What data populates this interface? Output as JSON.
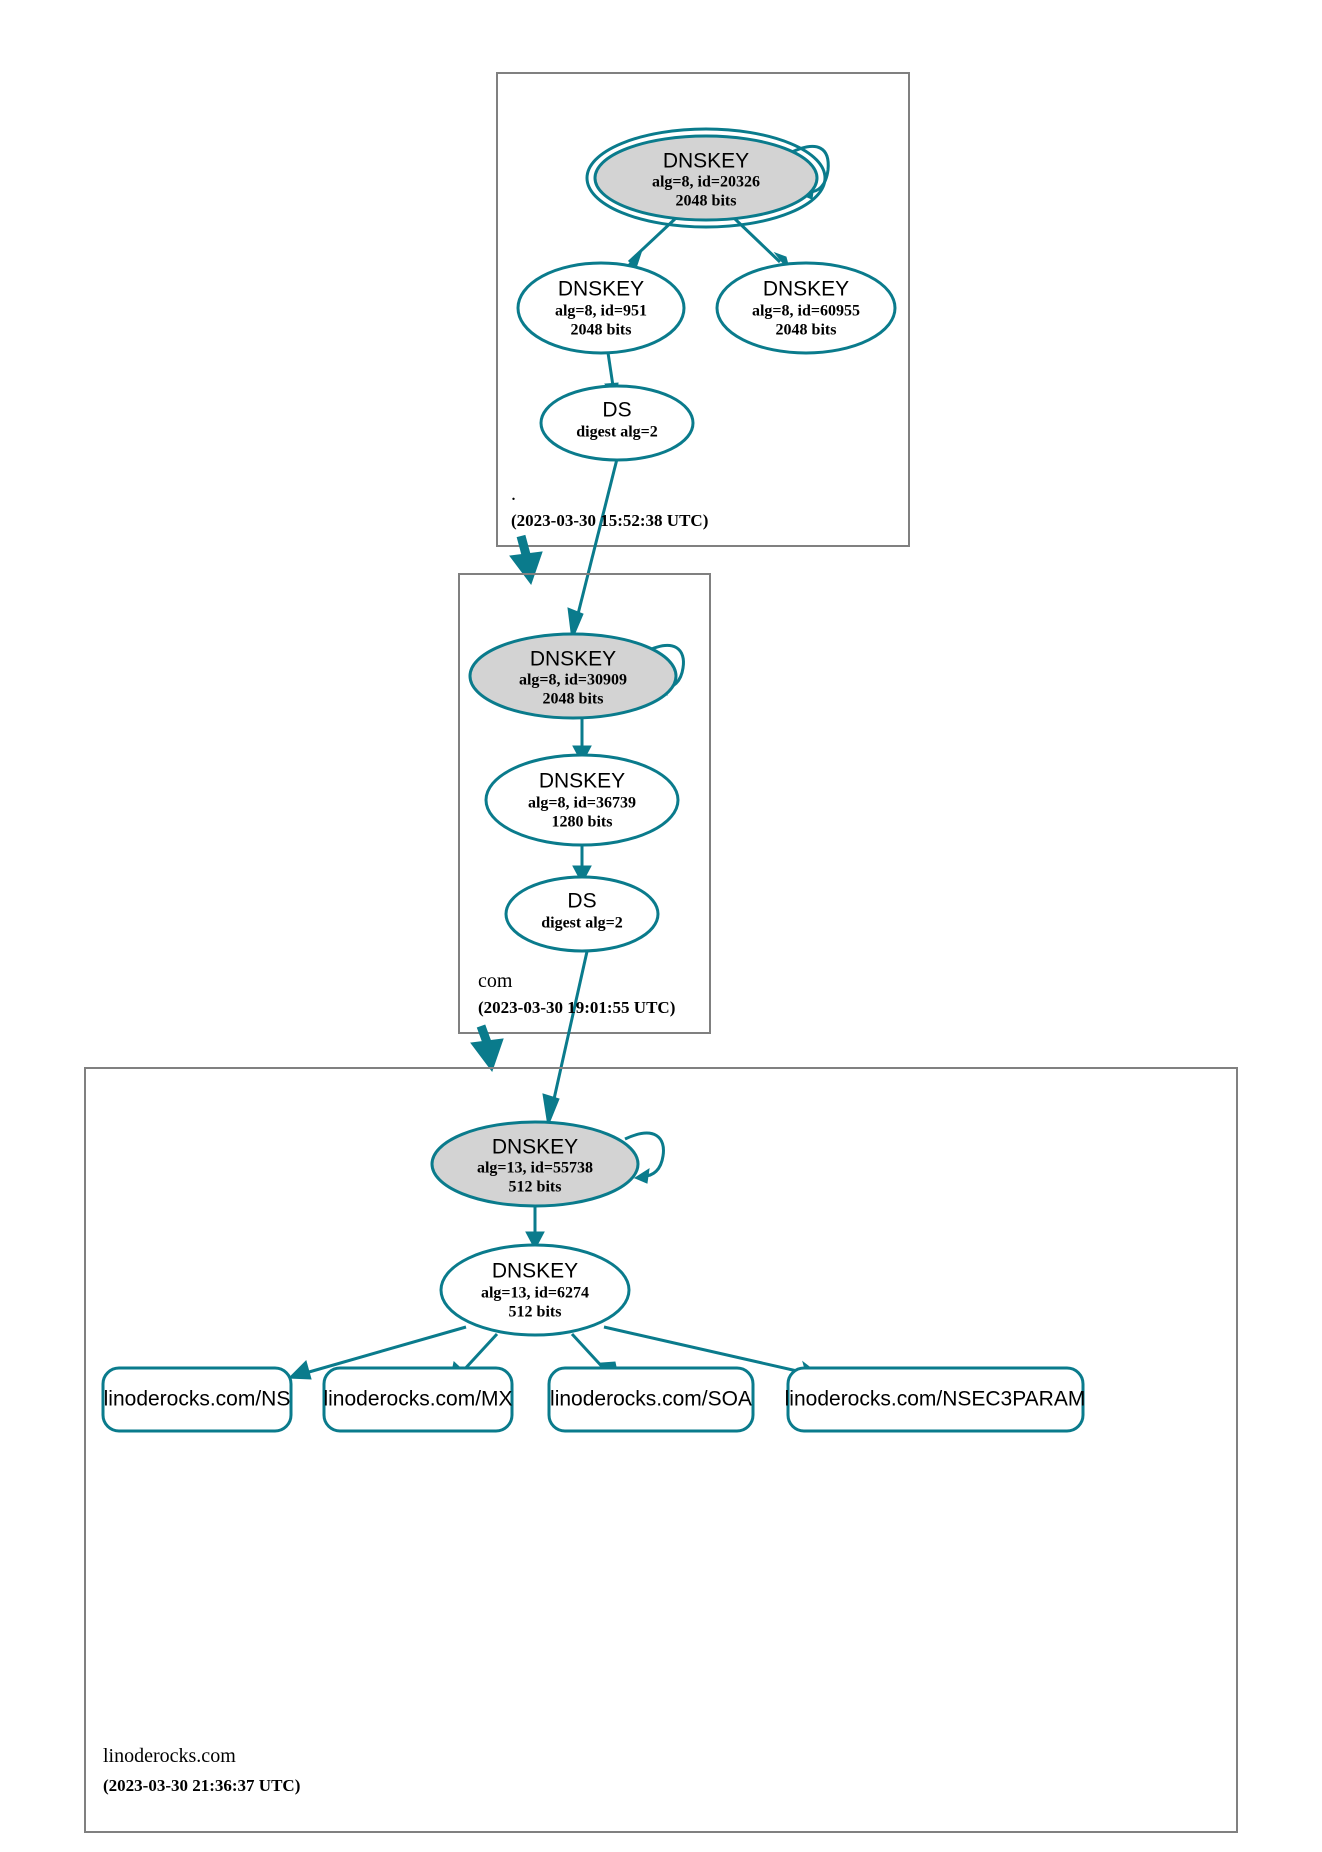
{
  "diagram": {
    "title": "DNSSEC Authentication Chain for linoderocks.com",
    "colors": {
      "edge": "#0a7b8c",
      "node_stroke": "#0a7b8c",
      "secure_key_fill": "#d3d3d3",
      "plain_fill": "#ffffff",
      "zone_border": "#808080",
      "text": "#000000"
    }
  },
  "zones": [
    {
      "id": "root",
      "name": ".",
      "timestamp": "(2023-03-30 15:52:38 UTC)",
      "nodes": [
        {
          "id": "root-ksk",
          "type": "DNSKEY",
          "label": "DNSKEY",
          "detail": "alg=8, id=20326",
          "bits": "2048 bits",
          "trust_anchor": true,
          "self_signed": true,
          "fill": "gray"
        },
        {
          "id": "root-zsk-951",
          "type": "DNSKEY",
          "label": "DNSKEY",
          "detail": "alg=8, id=951",
          "bits": "2048 bits",
          "trust_anchor": false,
          "self_signed": false,
          "fill": "white"
        },
        {
          "id": "root-zsk-60955",
          "type": "DNSKEY",
          "label": "DNSKEY",
          "detail": "alg=8, id=60955",
          "bits": "2048 bits",
          "trust_anchor": false,
          "self_signed": false,
          "fill": "white"
        },
        {
          "id": "root-ds",
          "type": "DS",
          "label": "DS",
          "detail": "digest alg=2",
          "bits": "",
          "trust_anchor": false,
          "self_signed": false,
          "fill": "white"
        }
      ]
    },
    {
      "id": "com",
      "name": "com",
      "timestamp": "(2023-03-30 19:01:55 UTC)",
      "nodes": [
        {
          "id": "com-ksk",
          "type": "DNSKEY",
          "label": "DNSKEY",
          "detail": "alg=8, id=30909",
          "bits": "2048 bits",
          "trust_anchor": false,
          "self_signed": true,
          "fill": "gray"
        },
        {
          "id": "com-zsk",
          "type": "DNSKEY",
          "label": "DNSKEY",
          "detail": "alg=8, id=36739",
          "bits": "1280 bits",
          "trust_anchor": false,
          "self_signed": false,
          "fill": "white"
        },
        {
          "id": "com-ds",
          "type": "DS",
          "label": "DS",
          "detail": "digest alg=2",
          "bits": "",
          "trust_anchor": false,
          "self_signed": false,
          "fill": "white"
        }
      ]
    },
    {
      "id": "linoderocks",
      "name": "linoderocks.com",
      "timestamp": "(2023-03-30 21:36:37 UTC)",
      "nodes": [
        {
          "id": "lr-ksk",
          "type": "DNSKEY",
          "label": "DNSKEY",
          "detail": "alg=13, id=55738",
          "bits": "512 bits",
          "trust_anchor": false,
          "self_signed": true,
          "fill": "gray"
        },
        {
          "id": "lr-zsk",
          "type": "DNSKEY",
          "label": "DNSKEY",
          "detail": "alg=13, id=6274",
          "bits": "512 bits",
          "trust_anchor": false,
          "self_signed": false,
          "fill": "white"
        }
      ],
      "rrsets": [
        {
          "id": "rr-ns",
          "label": "linoderocks.com/NS"
        },
        {
          "id": "rr-mx",
          "label": "linoderocks.com/MX"
        },
        {
          "id": "rr-soa",
          "label": "linoderocks.com/SOA"
        },
        {
          "id": "rr-nsec3param",
          "label": "linoderocks.com/NSEC3PARAM"
        }
      ]
    }
  ],
  "edges": [
    {
      "from": "root-ksk",
      "to": "root-ksk",
      "kind": "self-sign"
    },
    {
      "from": "root-ksk",
      "to": "root-zsk-951",
      "kind": "sign"
    },
    {
      "from": "root-ksk",
      "to": "root-zsk-60955",
      "kind": "sign"
    },
    {
      "from": "root-zsk-951",
      "to": "root-ds",
      "kind": "sign"
    },
    {
      "from": "root-ds",
      "to": "com-ksk",
      "kind": "delegate"
    },
    {
      "from": "root",
      "to": "com",
      "kind": "zone-delegation"
    },
    {
      "from": "com-ksk",
      "to": "com-ksk",
      "kind": "self-sign"
    },
    {
      "from": "com-ksk",
      "to": "com-zsk",
      "kind": "sign"
    },
    {
      "from": "com-zsk",
      "to": "com-ds",
      "kind": "sign"
    },
    {
      "from": "com-ds",
      "to": "lr-ksk",
      "kind": "delegate"
    },
    {
      "from": "com",
      "to": "linoderocks",
      "kind": "zone-delegation"
    },
    {
      "from": "lr-ksk",
      "to": "lr-ksk",
      "kind": "self-sign"
    },
    {
      "from": "lr-ksk",
      "to": "lr-zsk",
      "kind": "sign"
    },
    {
      "from": "lr-zsk",
      "to": "rr-ns",
      "kind": "sign"
    },
    {
      "from": "lr-zsk",
      "to": "rr-mx",
      "kind": "sign"
    },
    {
      "from": "lr-zsk",
      "to": "rr-soa",
      "kind": "sign"
    },
    {
      "from": "lr-zsk",
      "to": "rr-nsec3param",
      "kind": "sign"
    }
  ]
}
